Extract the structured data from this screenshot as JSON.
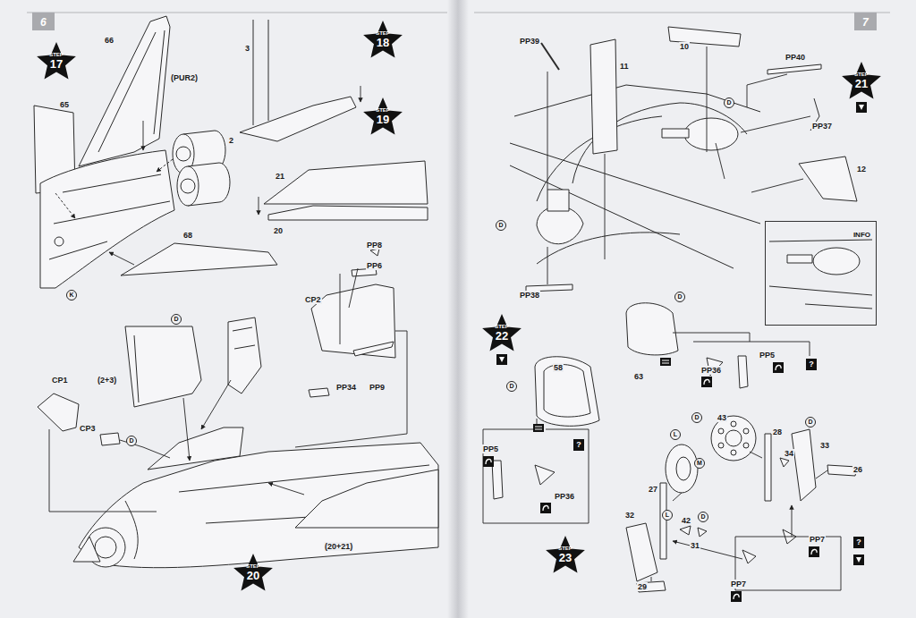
{
  "diagram": {
    "nodes": [
      {
        "text": [
          "6"
        ]
      },
      {
        "text": [
          "STEP",
          "17"
        ]
      },
      {
        "text": [
          "STEP",
          "18"
        ]
      },
      {
        "text": [
          "STEP",
          "19"
        ]
      },
      {
        "text": [
          "K"
        ]
      },
      {
        "text": [
          "D"
        ]
      },
      {
        "text": [
          "D"
        ]
      },
      {
        "text": [
          "STEP",
          "20"
        ]
      },
      {
        "text": [
          "7"
        ]
      },
      {
        "text": [
          "STEP",
          "21"
        ]
      },
      {
        "text": [
          "D"
        ]
      },
      {
        "text": [
          "D"
        ]
      },
      {
        "text": [
          "INFO"
        ]
      },
      {
        "text": [
          "D"
        ]
      },
      {
        "text": [
          "?"
        ]
      },
      {
        "text": [
          "STEP",
          "22"
        ]
      },
      {
        "text": [
          "D"
        ]
      },
      {
        "text": [
          "?"
        ]
      },
      {
        "text": [
          "D"
        ]
      },
      {
        "text": [
          "D"
        ]
      },
      {
        "text": [
          "L"
        ]
      },
      {
        "text": [
          "M"
        ]
      },
      {
        "text": [
          "L"
        ]
      },
      {
        "text": [
          "D"
        ]
      },
      {
        "text": [
          "?"
        ]
      },
      {
        "text": [
          "STEP",
          "23"
        ]
      }
    ],
    "labels": [
      "65",
      "66",
      "(PUR2)",
      "68",
      "3",
      "2",
      "21",
      "20",
      "PP8",
      "PP6",
      "CP2",
      "PP34",
      "PP9",
      "CP1",
      "(2+3)",
      "CP3",
      "(20+21)",
      "PP39",
      "11",
      "10",
      "PP40",
      "PP37",
      "12",
      "PP38",
      "58",
      "PP5",
      "PP36",
      "63",
      "PP5",
      "PP36",
      "43",
      "28",
      "34",
      "33",
      "26",
      "27",
      "42",
      "32",
      "31",
      "29",
      "PP7",
      "PP7"
    ]
  }
}
